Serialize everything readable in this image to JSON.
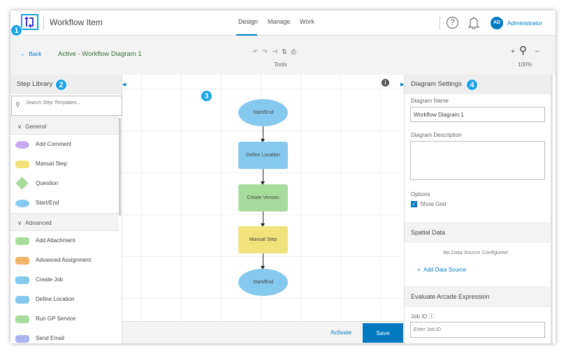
{
  "header": {
    "app_title": "Workflow Item",
    "tabs": [
      {
        "label": "Design",
        "active": true
      },
      {
        "label": "Manage"
      },
      {
        "label": "Work"
      }
    ],
    "avatar_initials": "AD",
    "user_name": "Administrator",
    "accent": "#0079c1"
  },
  "toolbar": {
    "back_label": "Back",
    "diagram_status": "Active - Workflow Diagram 1",
    "tools_label": "Tools",
    "zoom_in": "+",
    "zoom_out": "–",
    "zoom_level": "100%"
  },
  "callouts": [
    "1",
    "2",
    "3",
    "4"
  ],
  "step_library": {
    "title": "Step Library",
    "search_placeholder": "Search Step Templates...",
    "groups": [
      {
        "label": "General",
        "items": [
          {
            "label": "Add Comment",
            "color": "#c5a8f0",
            "shape": "ellipse"
          },
          {
            "label": "Manual Step",
            "color": "#f2e27c",
            "shape": "rect"
          },
          {
            "label": "Question",
            "color": "#a8dc9c",
            "shape": "diamond"
          },
          {
            "label": "Start/End",
            "color": "#86c9ee",
            "shape": "ellipse"
          }
        ]
      },
      {
        "label": "Advanced",
        "items": [
          {
            "label": "Add Attachment",
            "color": "#a8dc9c"
          },
          {
            "label": "Advanced Assignment",
            "color": "#f2b46c"
          },
          {
            "label": "Create Job",
            "color": "#86c9ee"
          },
          {
            "label": "Define Location",
            "color": "#86c9ee"
          },
          {
            "label": "Run GP Service",
            "color": "#a8dc9c"
          },
          {
            "label": "Send Email",
            "color": "#a9b4f0"
          }
        ]
      }
    ]
  },
  "diagram": {
    "nodes": [
      {
        "label": "Start/End",
        "shape": "ellipse",
        "color": "#86c9ee"
      },
      {
        "label": "Define Location",
        "shape": "rect",
        "color": "#86c9ee"
      },
      {
        "label": "Create Version",
        "shape": "rect",
        "color": "#a8dc9c"
      },
      {
        "label": "Manual Step",
        "shape": "rect",
        "color": "#f2e27c"
      },
      {
        "label": "Start/End",
        "shape": "ellipse",
        "color": "#86c9ee"
      }
    ]
  },
  "footer": {
    "activate_label": "Activate",
    "save_label": "Save"
  },
  "settings": {
    "title": "Diagram Settings",
    "name_label": "Diagram Name",
    "name_value": "Workflow Diagram 1",
    "description_label": "Diagram Description",
    "description_value": "",
    "options_label": "Options",
    "show_grid_label": "Show Grid",
    "show_grid": true,
    "spatial_title": "Spatial Data",
    "no_source": "No Data Source Configured",
    "add_source": "Add Data Source",
    "arcade_title": "Evaluate Arcade Expression",
    "job_id_label": "Job ID",
    "job_id_placeholder": "Enter Job ID"
  }
}
